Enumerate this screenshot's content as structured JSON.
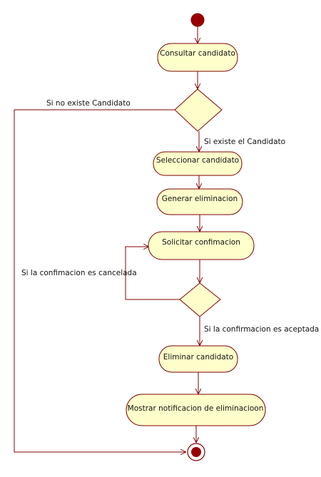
{
  "colors": {
    "node_fill": "#FFFFCC",
    "node_stroke": "#800000",
    "edge": "#800000",
    "start_fill": "#990000",
    "text": "#111111"
  },
  "nodes": {
    "consultar": "Consultar candidato",
    "seleccionar": "Seleccionar candidato",
    "generar": "Generar eliminacion",
    "solicitar": "Solicitar confimacion",
    "eliminar": "Eliminar candidato",
    "mostrar": "Mostrar notificacion de eliminacioon"
  },
  "guards": {
    "no_existe": "Si no existe Candidato",
    "existe": "Si existe el Candidato",
    "cancelada": "Si la confimacion es cancelada",
    "aceptada": "Si la confirmacion es aceptada"
  }
}
